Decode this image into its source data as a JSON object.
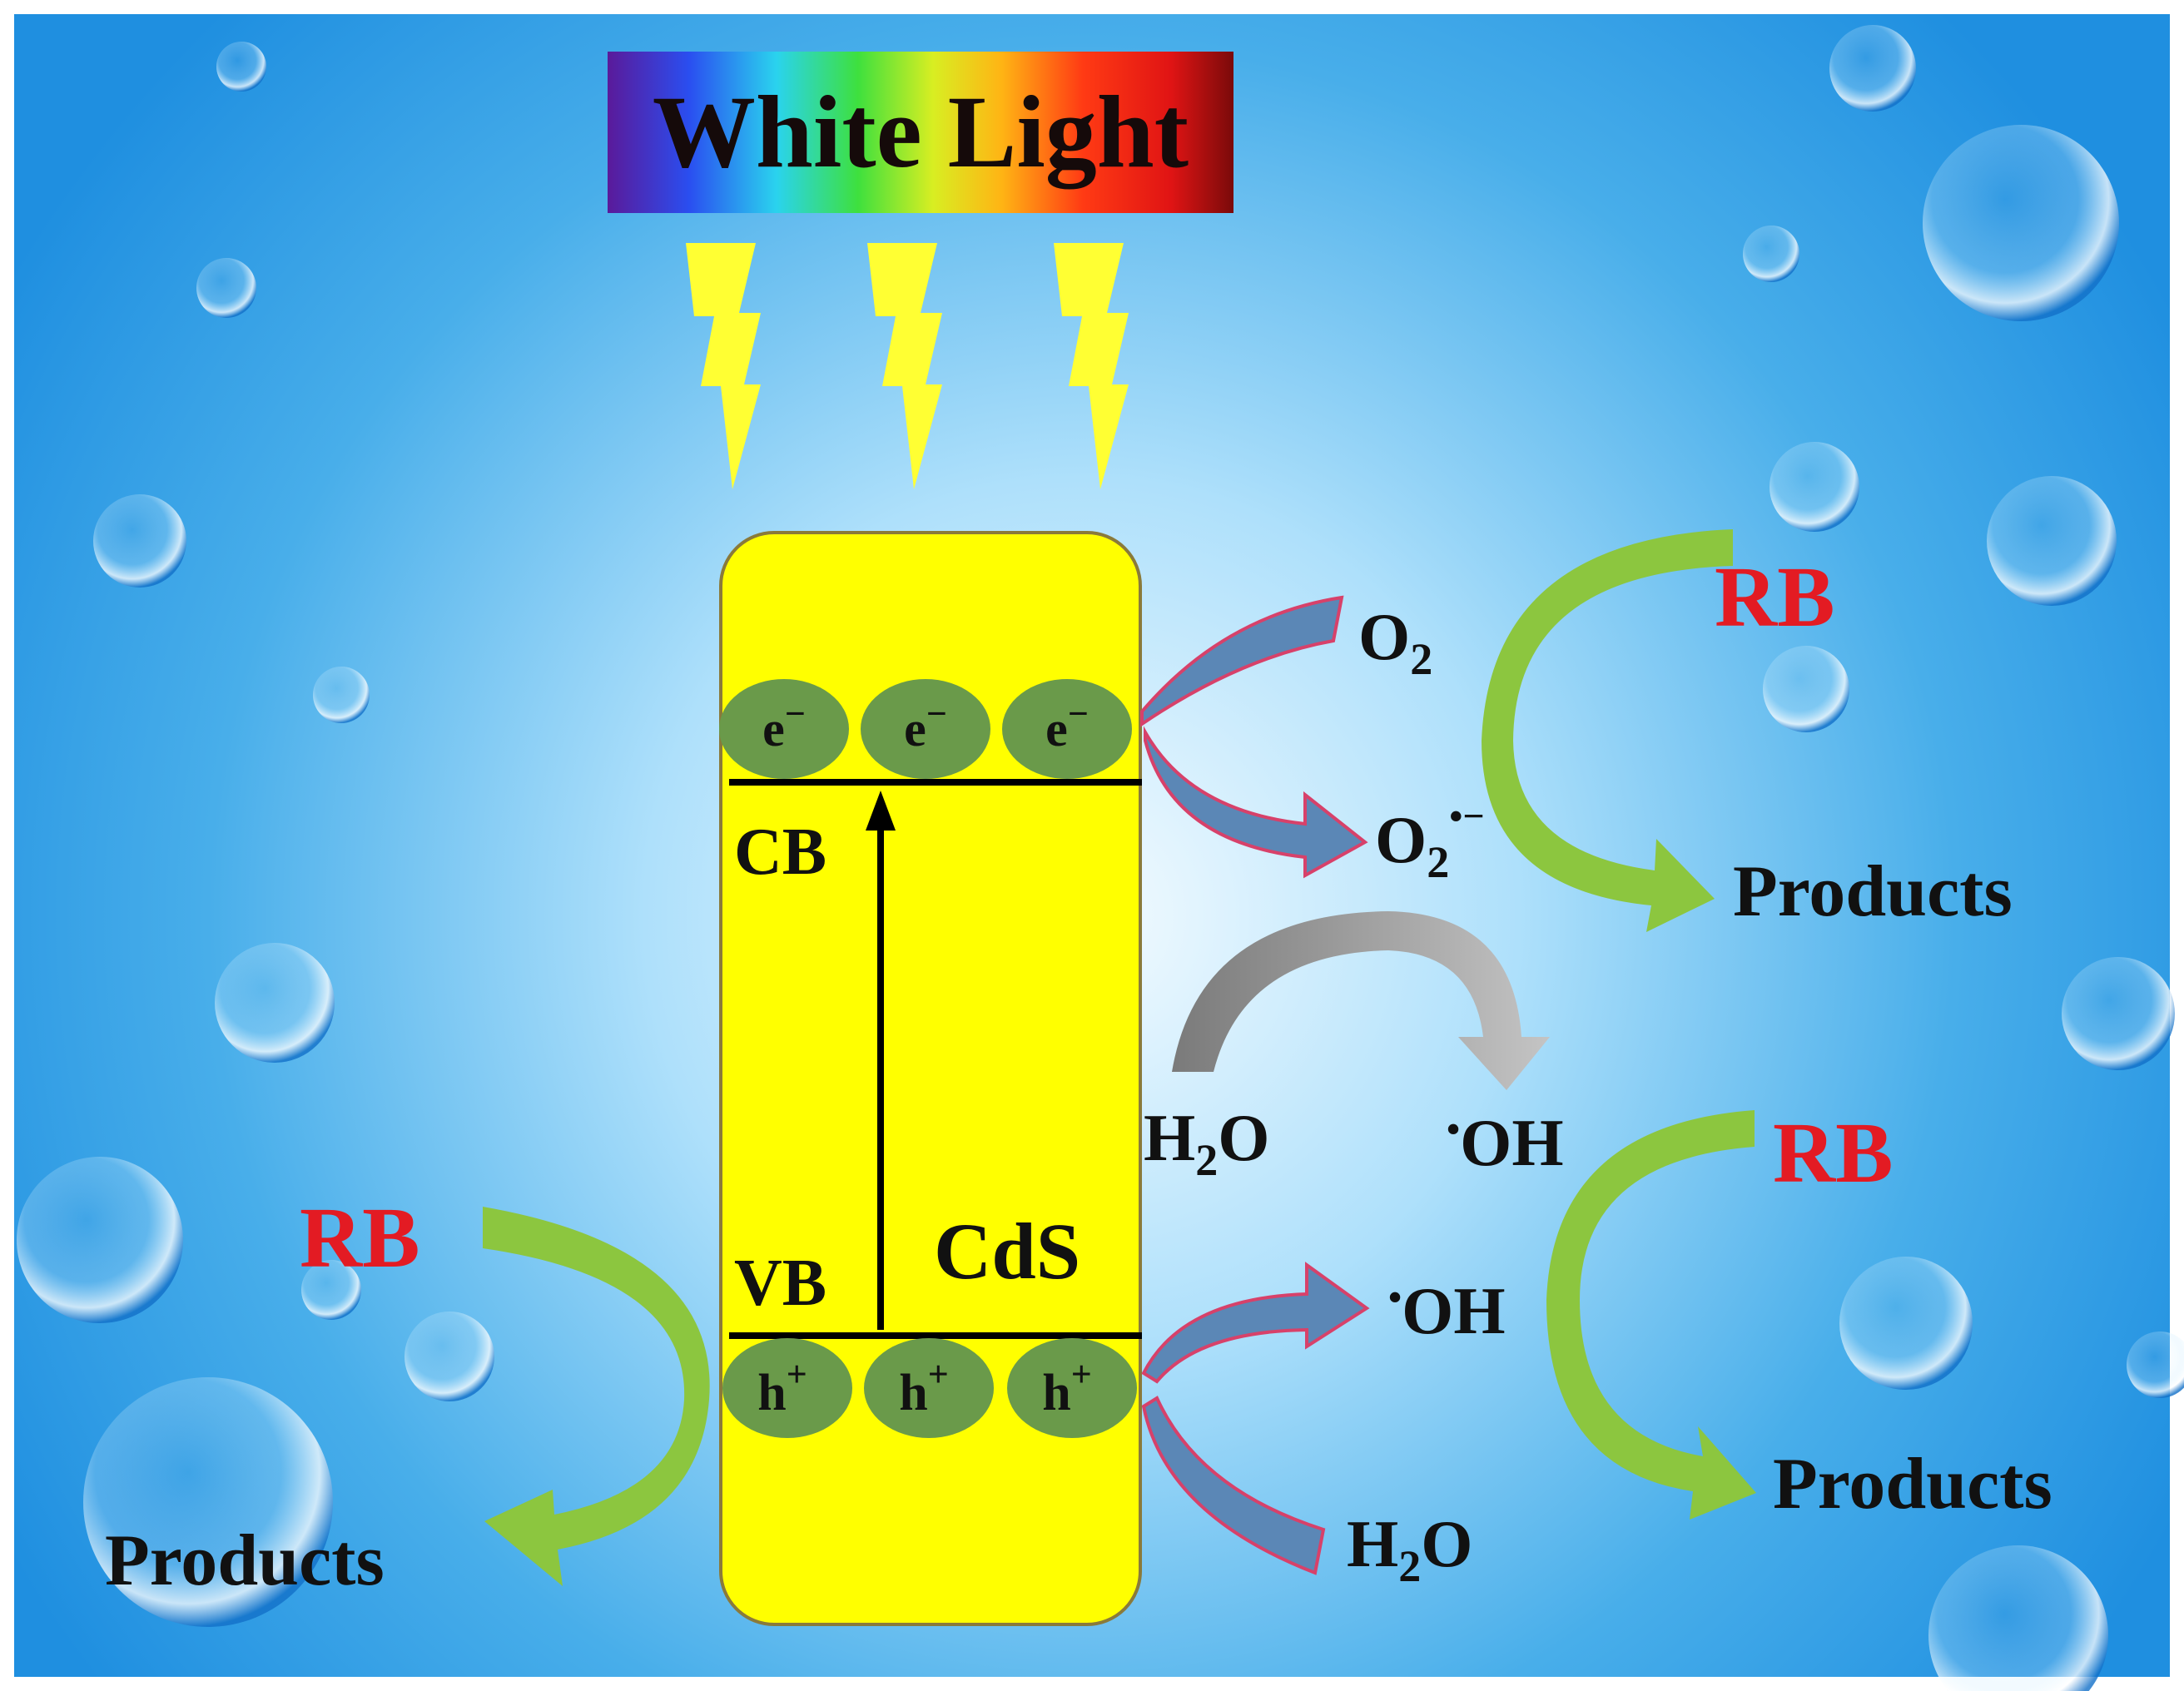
{
  "banner": {
    "text": "White Light"
  },
  "semiconductor": {
    "name": "CdS",
    "cb_label": "CB",
    "vb_label": "VB"
  },
  "carriers": {
    "electron": {
      "base": "e",
      "sup": "−",
      "count": 3
    },
    "hole": {
      "base": "h",
      "sup": "+",
      "count": 3
    }
  },
  "species": {
    "o2": {
      "base": "O",
      "sub": "2"
    },
    "superoxide": {
      "base": "O",
      "sub": "2",
      "sup": "•−"
    },
    "water": {
      "pre": "H",
      "sub": "2",
      "post": "O"
    },
    "hydroxyl": {
      "dot": "•",
      "text": "OH"
    }
  },
  "reactants": {
    "rb": "RB",
    "products": "Products"
  },
  "colors": {
    "background_center": "#f4fbff",
    "background_edge": "#1f8fe0",
    "semiconductor_fill": "#ffff00",
    "carrier_fill": "#6a9a4a",
    "lightning": "#ffff33",
    "rb_text": "#e31b23",
    "label_text": "#111111",
    "blue_arrow": "#5b87b6",
    "blue_arrow_edge": "#d7416a",
    "green_arrow": "#8cc63f",
    "gray_arrow": "#8c8c8c"
  }
}
